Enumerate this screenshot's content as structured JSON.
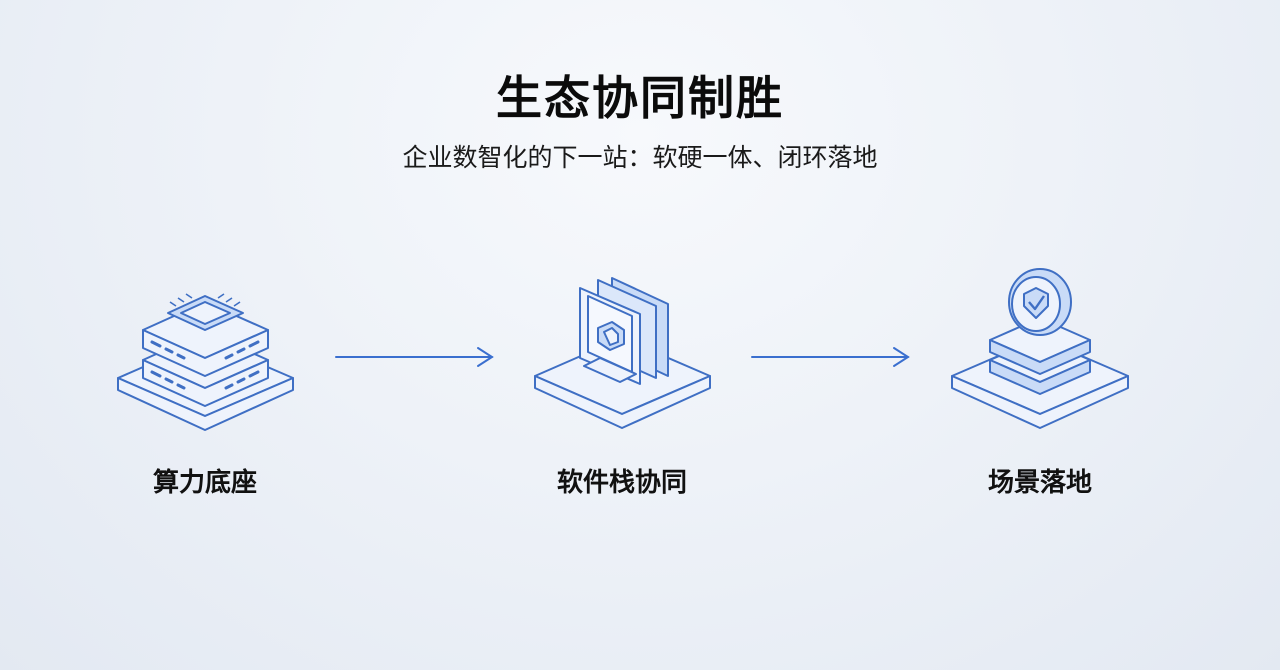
{
  "header": {
    "title": "生态协同制胜",
    "subtitle": "企业数智化的下一站：软硬一体、闭环落地"
  },
  "flow": {
    "stages": [
      {
        "label": "算力底座",
        "icon": "chip-server-stack-icon"
      },
      {
        "label": "软件栈协同",
        "icon": "software-monitor-layers-icon"
      },
      {
        "label": "场景落地",
        "icon": "shield-check-stack-icon"
      }
    ],
    "connector": "arrow-right-icon"
  },
  "colors": {
    "line": "#3f6fc4",
    "fill_light": "#eef3fc",
    "fill_accent": "#c9dbf7",
    "arrow": "#3a6fcf"
  }
}
